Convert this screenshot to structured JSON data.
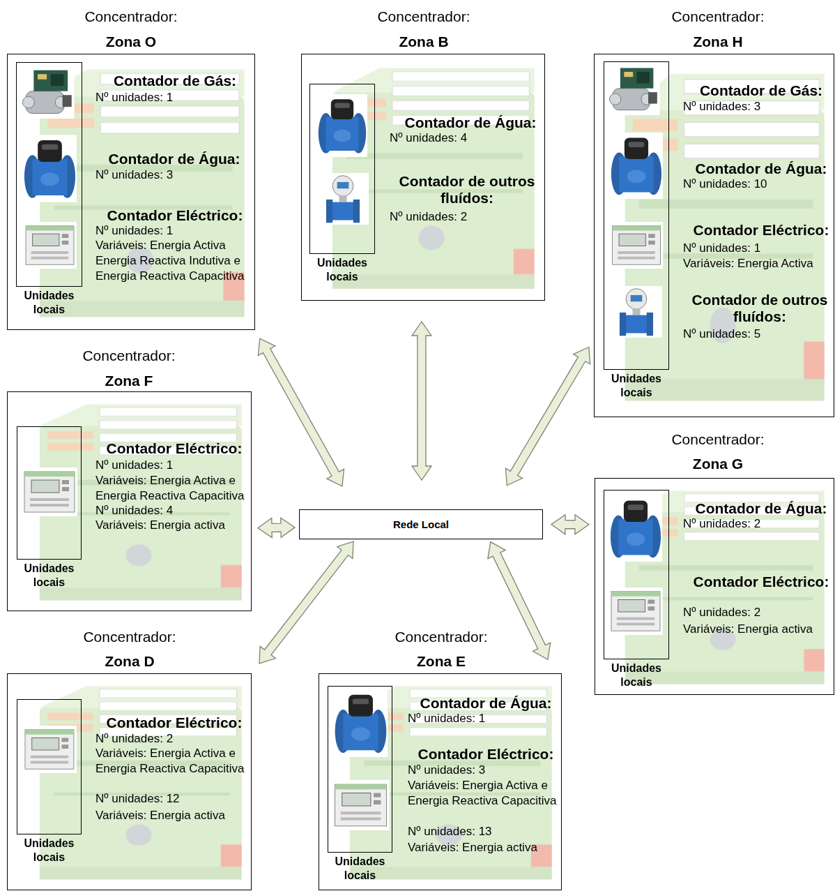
{
  "diagram": {
    "nodes": [
      {
        "text": [
          "Concentrador:",
          "Zona O",
          "Contador de Gás:",
          "Nº unidades: 1",
          "Contador de Água:",
          "Nº unidades: 3",
          "Contador Eléctrico:",
          "Nº unidades: 1",
          "Variáveis: Energia Activa Energia Reactiva Indutiva e Energia Reactiva Capacitiva"
        ]
      },
      {
        "text": [
          "Unidades locais"
        ],
        "in": 0
      },
      {
        "text": [
          "Concentrador:",
          "Zona B",
          "Contador de Água:",
          "Nº unidades: 4",
          "Contador de outros fluídos:",
          "Nº unidades: 2"
        ]
      },
      {
        "text": [
          "Unidades locais"
        ],
        "in": 2
      },
      {
        "text": [
          "Concentrador:",
          "Zona H",
          "Contador de Gás:",
          "Nº unidades: 3",
          "Contador de Água:",
          "Nº unidades: 10",
          "Contador Eléctrico:",
          "Nº unidades: 1",
          "Variáveis: Energia Activa",
          "Contador de outros fluídos:",
          "Nº unidades: 5"
        ]
      },
      {
        "text": [
          "Unidades locais"
        ],
        "in": 4
      },
      {
        "text": [
          "Concentrador:",
          "Zona F",
          "Contador Eléctrico:",
          "Nº unidades: 1",
          "Variáveis: Energia Activa e Energia Reactiva Capacitiva",
          "Nº unidades: 4",
          "Variáveis: Energia activa"
        ]
      },
      {
        "text": [
          "Unidades locais"
        ],
        "in": 6
      },
      {
        "text": [
          "Rede Local"
        ]
      },
      {
        "text": [
          "Concentrador:",
          "Zona G",
          "Contador de Água:",
          "Nº unidades: 2",
          "Contador Eléctrico:",
          "Nº unidades: 2",
          "Variáveis: Energia activa"
        ]
      },
      {
        "text": [
          "Unidades locais"
        ],
        "in": 9
      },
      {
        "text": [
          "Concentrador:",
          "Zona D",
          "Contador Eléctrico:",
          "Nº unidades: 2",
          "Variáveis: Energia Activa e Energia Reactiva Capacitiva",
          "Nº unidades: 12",
          "Variáveis: Energia activa"
        ]
      },
      {
        "text": [
          "Unidades locais"
        ],
        "in": 11
      },
      {
        "text": [
          "Concentrador:",
          "Zona E",
          "Contador de Água:",
          "Nº unidades: 1",
          "Contador Eléctrico:",
          "Nº unidades: 3",
          "Variáveis: Energia Activa e Energia Reactiva Capacitiva",
          "Nº unidades: 13",
          "Variáveis: Energia activa"
        ]
      },
      {
        "text": [
          "Unidades locais"
        ],
        "in": 13
      }
    ],
    "edges": [
      {
        "from": 0,
        "to": 8,
        "arrow": "both"
      },
      {
        "from": 2,
        "to": 8,
        "arrow": "both"
      },
      {
        "from": 4,
        "to": 8,
        "arrow": "both"
      },
      {
        "from": 6,
        "to": 8,
        "arrow": "both"
      },
      {
        "from": 9,
        "to": 8,
        "arrow": "both"
      },
      {
        "from": 11,
        "to": 8,
        "arrow": "both"
      },
      {
        "from": 13,
        "to": 8,
        "arrow": "both"
      }
    ]
  }
}
